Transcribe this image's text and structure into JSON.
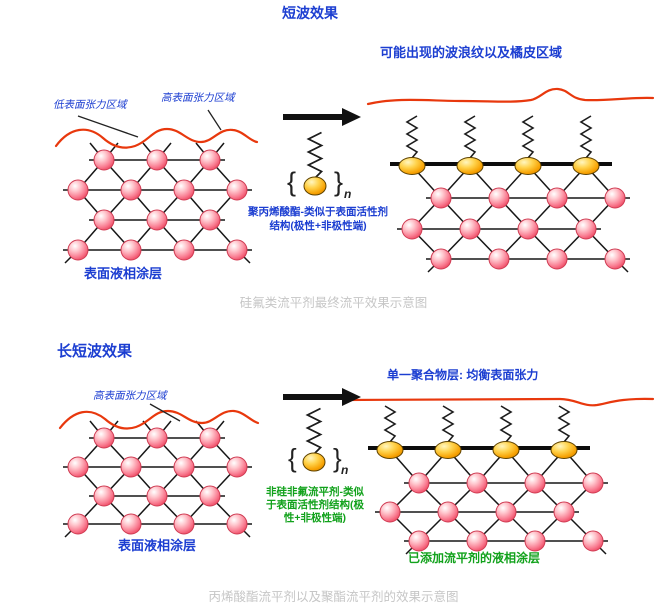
{
  "colors": {
    "accent_blue": "#1c3ed1",
    "accent_green": "#12a21c",
    "wave_red": "#e8380d",
    "caption_gray": "#c6c6c6"
  },
  "top_panel": {
    "title": "短波效果",
    "right_heading": "可能出现的波浪纹以及橘皮区域",
    "label_low_tension": "低表面张力区域",
    "label_high_tension": "高表面张力区域",
    "left_lattice_caption": "表面液相涂层",
    "molecule": {
      "brace_left": "{",
      "brace_right": "}",
      "repeat_subscript": "n",
      "label_line1": "聚丙烯酸酯-类似于表面活性剂",
      "label_line2": "结构(极性+非极性端)"
    },
    "caption": "硅氟类流平剂最终流平效果示意图"
  },
  "bottom_panel": {
    "title": "长短波效果",
    "right_heading": "单一聚合物层: 均衡表面张力",
    "label_high_tension": "高表面张力区域",
    "left_lattice_caption": "表面液相涂层",
    "molecule": {
      "brace_left": "{",
      "brace_right": "}",
      "repeat_subscript": "n",
      "label_line1": "非硅非氟流平剂-类似",
      "label_line2": "于表面活性剂结构(极",
      "label_line3": "性+非极性端)"
    },
    "right_lattice_caption": "已添加流平剂的液相涂层",
    "caption": "丙烯酸酯流平剂以及聚酯流平剂的效果示意图"
  }
}
